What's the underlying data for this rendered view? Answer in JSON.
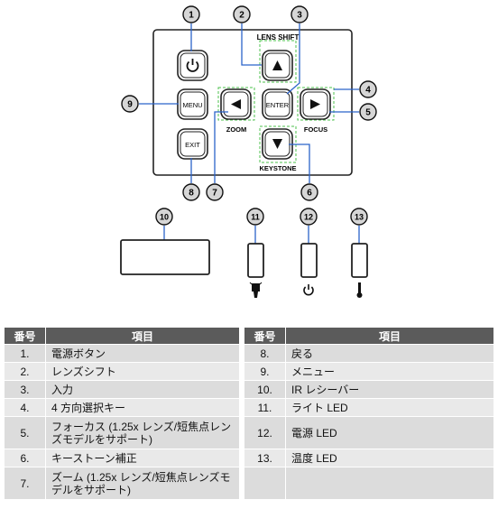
{
  "panel": {
    "labels": {
      "lens_shift": "LENS SHIFT",
      "zoom": "ZOOM",
      "focus": "FOCUS",
      "keystone": "KEYSTONE"
    },
    "buttons": {
      "menu": "MENU",
      "exit": "EXIT",
      "enter": "ENTER"
    },
    "callouts": [
      "1",
      "2",
      "3",
      "4",
      "5",
      "6",
      "7",
      "8",
      "9",
      "10",
      "11",
      "12",
      "13"
    ]
  },
  "icons": {
    "power": "power-icon",
    "up": "arrow-up-icon",
    "down": "arrow-down-icon",
    "left": "arrow-left-icon",
    "right": "arrow-right-icon",
    "lamp": "lamp-icon",
    "temperature": "thermometer-icon"
  },
  "table": {
    "headers": {
      "number": "番号",
      "item": "項目"
    },
    "left": [
      {
        "no": "1.",
        "item": "電源ボタン"
      },
      {
        "no": "2.",
        "item": "レンズシフト"
      },
      {
        "no": "3.",
        "item": "入力"
      },
      {
        "no": "4.",
        "item": "4 方向選択キー"
      },
      {
        "no": "5.",
        "item": "フォーカス (1.25x レンズ/短焦点レンズモデルをサポート)"
      },
      {
        "no": "6.",
        "item": "キーストーン補正"
      },
      {
        "no": "7.",
        "item": "ズーム (1.25x レンズ/短焦点レンズモデルをサポート)"
      }
    ],
    "right": [
      {
        "no": "8.",
        "item": "戻る"
      },
      {
        "no": "9.",
        "item": "メニュー"
      },
      {
        "no": "10.",
        "item": "IR レシーバー"
      },
      {
        "no": "11.",
        "item": "ライト LED"
      },
      {
        "no": "12.",
        "item": "電源 LED"
      },
      {
        "no": "13.",
        "item": "温度 LED"
      },
      {
        "no": "",
        "item": ""
      }
    ]
  }
}
